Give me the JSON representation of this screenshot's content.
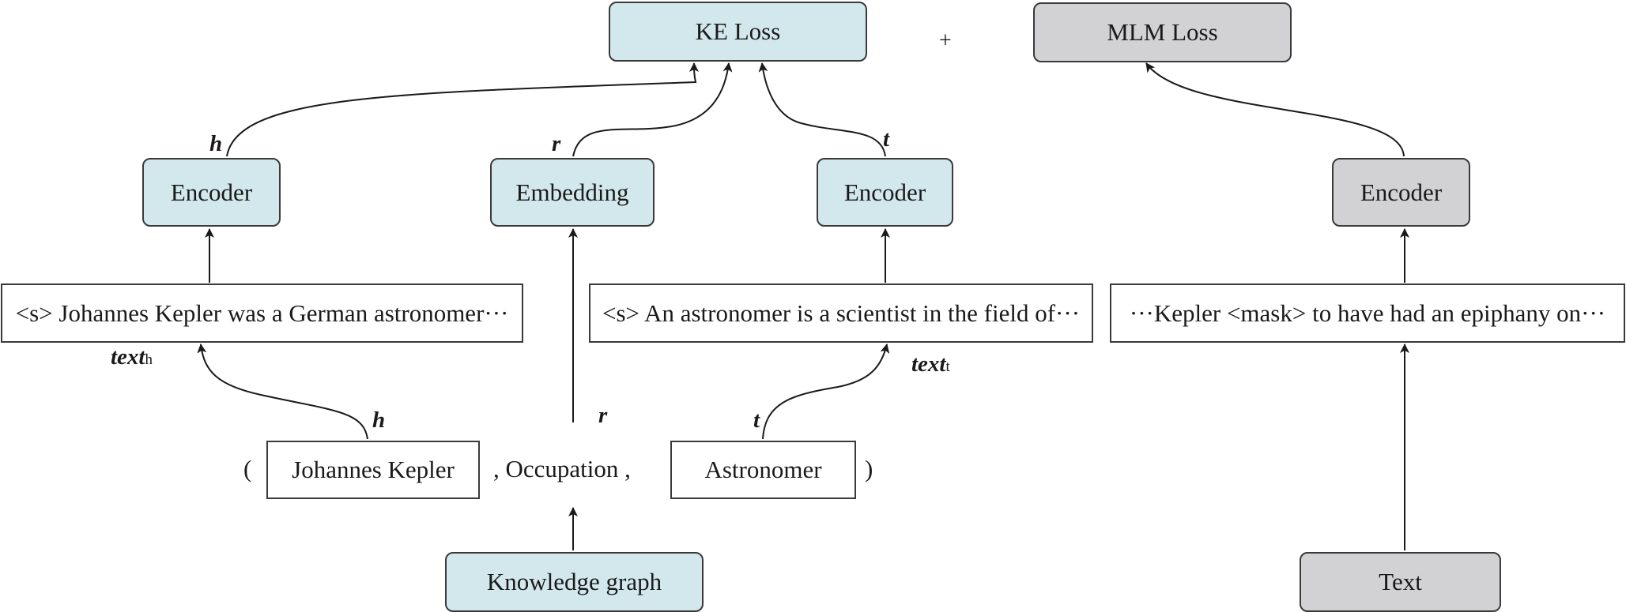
{
  "nodes": {
    "ke_loss": "KE Loss",
    "mlm_loss": "MLM Loss",
    "encoder_head": "Encoder",
    "embedding": "Embedding",
    "encoder_tail": "Encoder",
    "encoder_text": "Encoder",
    "text_head": "<s> Johannes Kepler was a German astronomer···",
    "text_tail": "<s> An astronomer is a scientist in the field of···",
    "text_masked": "···Kepler <mask> to have had an epiphany on···",
    "entity_head": "Johannes Kepler",
    "relation": ", Occupation ,",
    "entity_tail": "Astronomer",
    "knowledge_graph": "Knowledge graph",
    "text_source": "Text"
  },
  "symbols": {
    "plus": "+",
    "paren_open": "(",
    "paren_close": ")"
  },
  "labels": {
    "h_top": "h",
    "r_top": "r",
    "t_top": "t",
    "h_bottom": "h",
    "r_bottom": "r",
    "t_bottom": "t",
    "text_h_main": "text",
    "text_h_sub": "h",
    "text_t_main": "text",
    "text_t_sub": "t"
  },
  "colors": {
    "ke_branch_fill": "#d3e8ed",
    "mlm_branch_fill": "#d2d2d4",
    "stroke": "#3a3a3a"
  }
}
